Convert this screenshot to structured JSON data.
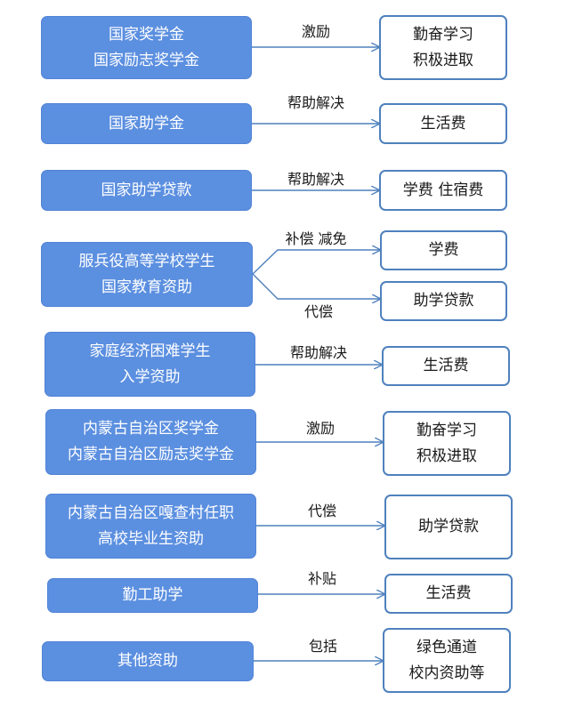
{
  "rows": [
    {
      "source": [
        "国家奖学金",
        "国家励志奖学金"
      ],
      "label": "激励",
      "target": [
        "勤奋学习",
        "积极进取"
      ]
    },
    {
      "source": [
        "国家助学金"
      ],
      "label": "帮助解决",
      "target": [
        "生活费"
      ]
    },
    {
      "source": [
        "国家助学贷款"
      ],
      "label": "帮助解决",
      "target": [
        "学费  住宿费"
      ]
    },
    {
      "source": [
        "服兵役高等学校学生",
        "国家教育资助"
      ],
      "label_upper": "补偿  减免",
      "target_upper": [
        "学费"
      ],
      "label_lower": "代偿",
      "target_lower": [
        "助学贷款"
      ]
    },
    {
      "source": [
        "家庭经济困难学生",
        "入学资助"
      ],
      "label": "帮助解决",
      "target": [
        "生活费"
      ]
    },
    {
      "source": [
        "内蒙古自治区奖学金",
        "内蒙古自治区励志奖学金"
      ],
      "label": "激励",
      "target": [
        "勤奋学习",
        "积极进取"
      ]
    },
    {
      "source": [
        "内蒙古自治区嘎查村任职",
        "高校毕业生资助"
      ],
      "label": "代偿",
      "target": [
        "助学贷款"
      ]
    },
    {
      "source": [
        "勤工助学"
      ],
      "label": "补贴",
      "target": [
        "生活费"
      ]
    },
    {
      "source": [
        "其他资助"
      ],
      "label": "包括",
      "target": [
        "绿色通道",
        "校内资助等"
      ]
    }
  ],
  "colors": {
    "source_fill": "#5b8fe0",
    "target_border": "#4f81bd",
    "arrow": "#4f81bd"
  }
}
